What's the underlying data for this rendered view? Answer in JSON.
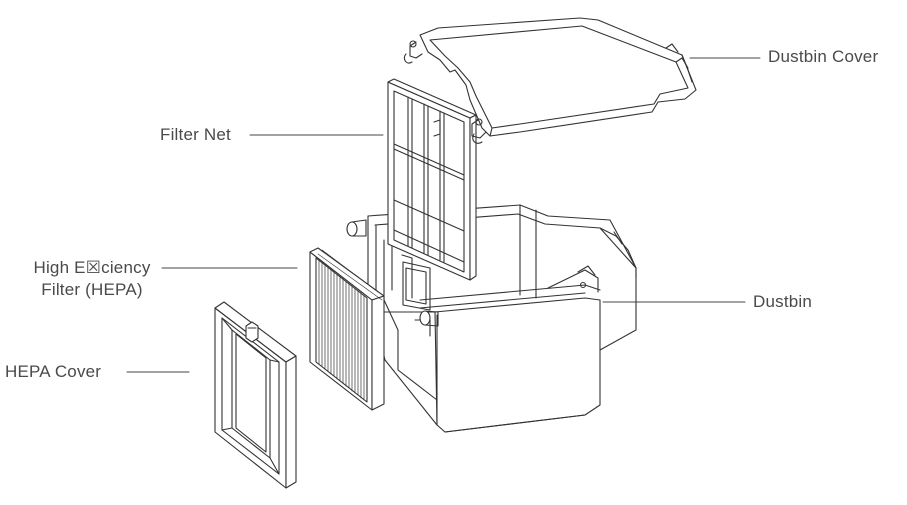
{
  "labels": {
    "dustbin_cover": "Dustbin Cover",
    "filter_net": "Filter Net",
    "hepa_filter_line1": "High E☒ciency",
    "hepa_filter_line2": "Filter (HEPA)",
    "hepa_cover": "HEPA Cover",
    "dustbin": "Dustbin"
  },
  "colors": {
    "stroke": "#333333",
    "leader": "#444444",
    "text": "#4a4a4a",
    "fill": "#ffffff"
  }
}
